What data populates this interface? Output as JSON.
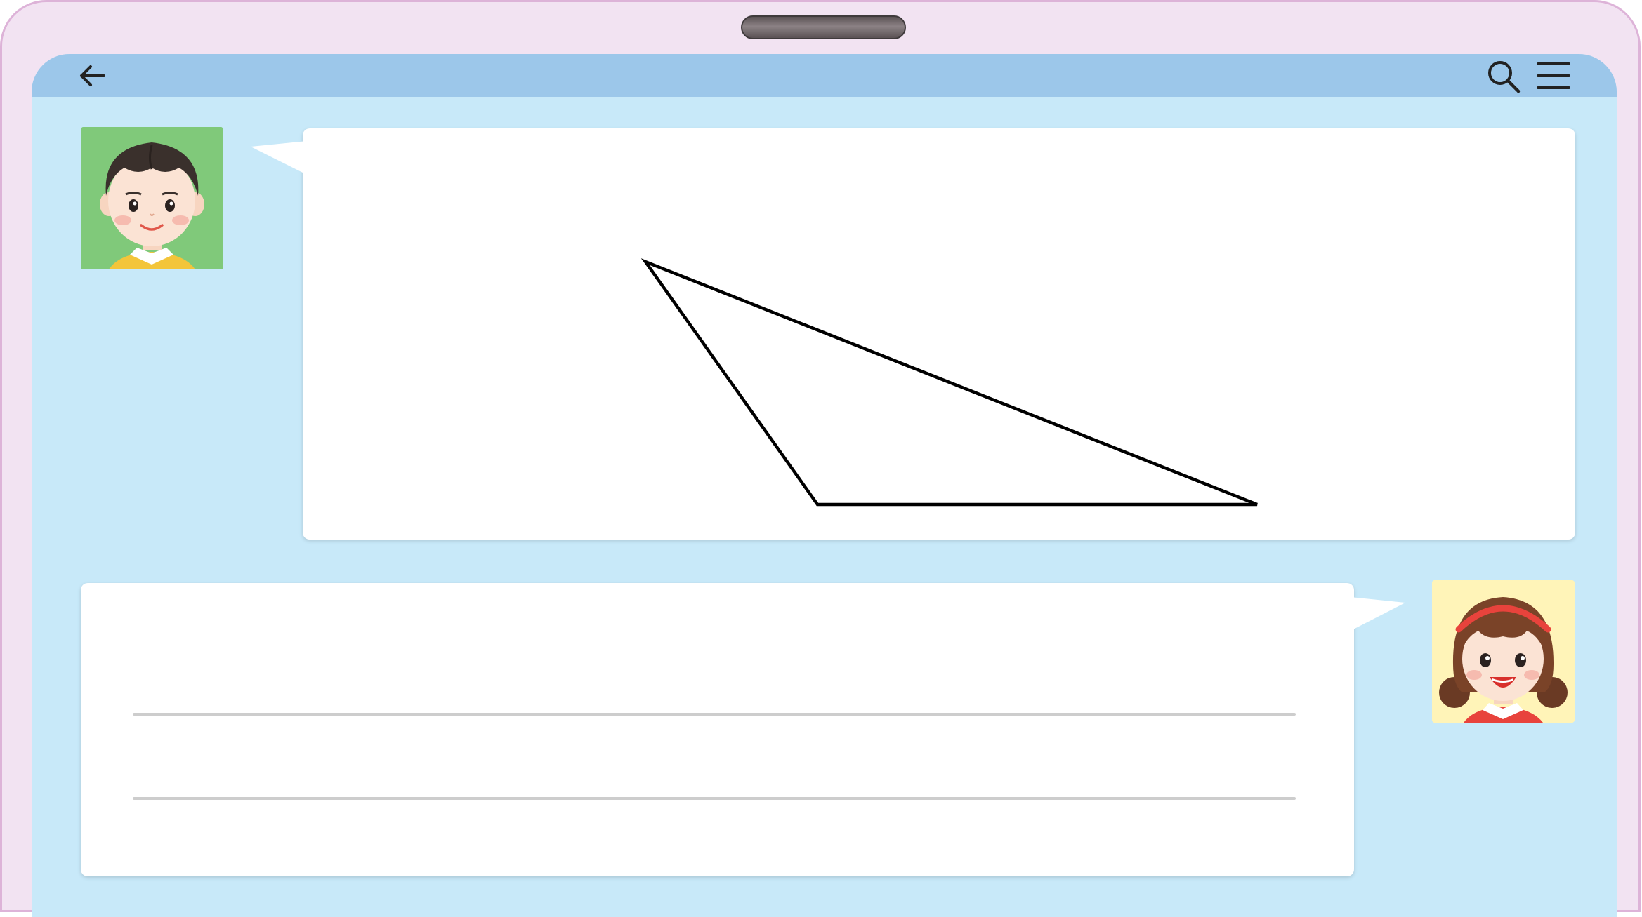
{
  "app": {
    "topbar_color": "#9cc7ea",
    "screen_color": "#c8e9f9",
    "frame_color": "#f2e3f2",
    "frame_border_color": "#ddb3d8"
  },
  "topbar": {
    "back_icon": "arrow-left-icon",
    "search_icon": "search-icon",
    "menu_icon": "hamburger-menu-icon"
  },
  "messages": [
    {
      "sender": "boy",
      "side": "left",
      "avatar_icon": "boy-avatar-icon",
      "avatar_bg": "#80c97a",
      "content": "triangle-figure"
    },
    {
      "sender": "girl",
      "side": "right",
      "avatar_icon": "girl-avatar-icon",
      "avatar_bg": "#fff4b8",
      "content": "answer-lines",
      "answer_line_count": 2
    }
  ]
}
